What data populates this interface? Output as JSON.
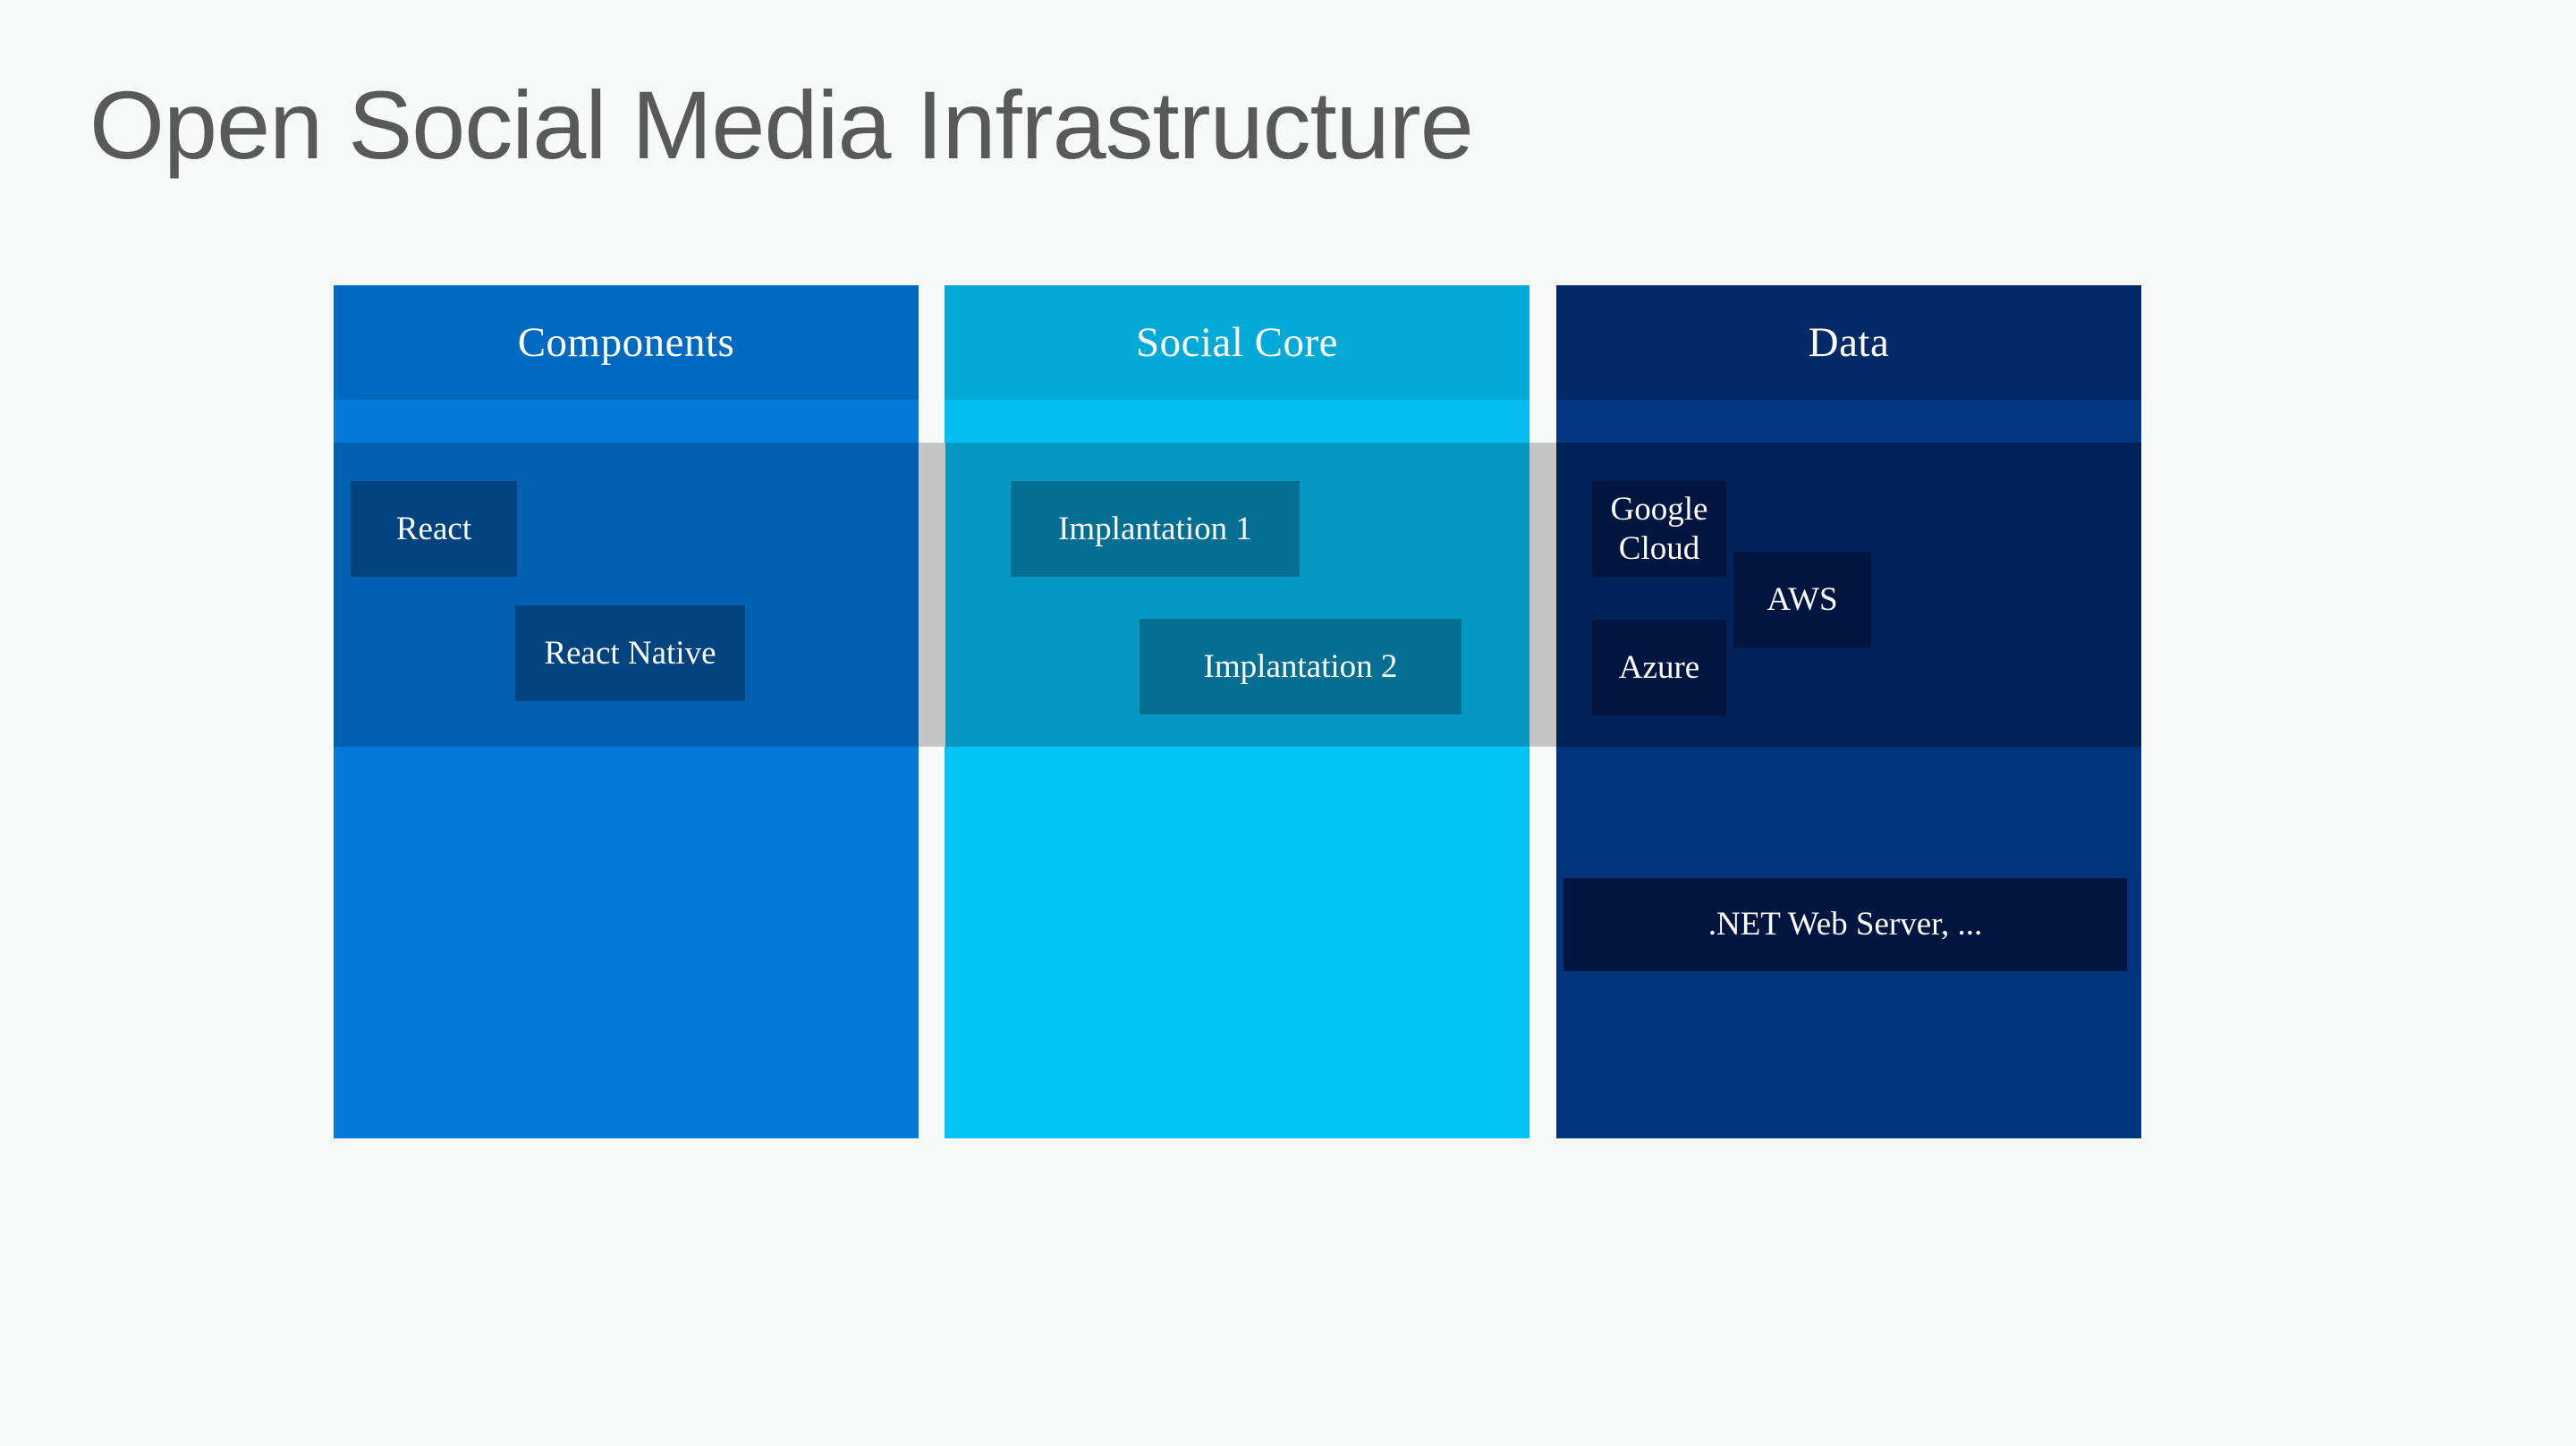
{
  "page": {
    "title": "Open Social Media Infrastructure",
    "background_color": "#f7f8f8",
    "title_color": "#595959"
  },
  "diagram": {
    "type": "three-column-layered-stack",
    "columns": [
      {
        "id": "components",
        "title": "Components",
        "colors": {
          "header": "#0069c0",
          "accent": "#0579d7",
          "body": "#0061b2",
          "footer": "#0579d7",
          "item": "#01437e"
        },
        "items": [
          {
            "label": "React"
          },
          {
            "label": "React Native"
          }
        ]
      },
      {
        "id": "social-core",
        "title": "Social Core",
        "colors": {
          "header": "#03aad8",
          "accent": "#04bdf2",
          "body": "#0498c2",
          "footer": "#03c4f6",
          "item": "#046f92"
        },
        "items": [
          {
            "label": "Implantation 1"
          },
          {
            "label": "Implantation 2"
          }
        ]
      },
      {
        "id": "data",
        "title": "Data",
        "colors": {
          "header": "#012a67",
          "accent": "#023681",
          "body": "#012256",
          "footer": "#02347d",
          "item": "#001540"
        },
        "items": [
          {
            "label": "Google Cloud"
          },
          {
            "label": "Azure"
          },
          {
            "label": "AWS"
          },
          {
            "label": ".NET Web Server, ..."
          }
        ]
      }
    ],
    "separator_color": "#c5c5c5"
  }
}
